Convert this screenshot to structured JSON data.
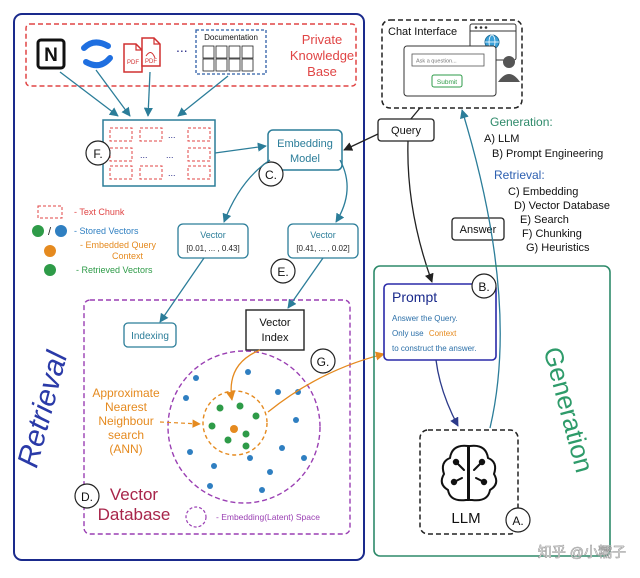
{
  "knowledge_base": {
    "title_line1": "Private",
    "title_line2": "Knowledge",
    "title_line3": "Base",
    "documentation_label": "Documentation",
    "ellipsis": "...",
    "pdf_label": "PDF"
  },
  "chunks": {
    "marker": "F.",
    "ellipsis": "..."
  },
  "embedding": {
    "line1": "Embedding",
    "line2": "Model",
    "marker": "C."
  },
  "vector_left": {
    "title": "Vector",
    "value": "[0.01, ... , 0.43]"
  },
  "vector_right": {
    "title": "Vector",
    "value": "[0.41, ... , 0.02]"
  },
  "legend": {
    "text_chunk": "- Text Chunk",
    "stored_vectors": "- Stored Vectors",
    "slash": "/",
    "query_context_line1": "- Embedded Query",
    "query_context_line2": "Context",
    "retrieved_vectors": "- Retrieved Vectors"
  },
  "markers": {
    "e": "E.",
    "g": "G.",
    "d": "D.",
    "b": "B.",
    "a": "A."
  },
  "indexing": {
    "label": "Indexing"
  },
  "vector_index": {
    "line1": "Vector",
    "line2": "Index"
  },
  "ann": {
    "line1": "Approximate",
    "line2": "Nearest",
    "line3": "Neighbour",
    "line4": "search",
    "line5": "(ANN)"
  },
  "vector_database": {
    "line1": "Vector",
    "line2": "Database"
  },
  "embedding_space": {
    "label": "- Embedding(Latent) Space"
  },
  "retrieval_label": "Retrieval",
  "generation_label": "Generation",
  "chat": {
    "title": "Chat Interface",
    "placeholder": "Ask a question...",
    "submit": "Submit"
  },
  "query_box": {
    "label": "Query"
  },
  "answer_box": {
    "label": "Answer"
  },
  "right_list": {
    "generation_heading": "Generation:",
    "generation_items": [
      "A) LLM",
      "B) Prompt Engineering"
    ],
    "retrieval_heading": "Retrieval:",
    "retrieval_items": [
      "C) Embedding",
      "D) Vector Database",
      "E) Search",
      "F) Chunking",
      "G) Heuristics"
    ]
  },
  "prompt": {
    "title": "Prompt",
    "line1": "Answer the Query.",
    "line2_a": "Only use",
    "line2_b": "Context",
    "line3": "to construct the answer."
  },
  "llm": {
    "label": "LLM"
  },
  "watermark": "知乎 @小糯子",
  "colors": {
    "retrieval_border": "#1a2a8c",
    "generation_border": "#2e8a6a",
    "kb_red": "#e04545",
    "teal": "#2b7d99",
    "orange": "#e58a1f",
    "green": "#2e9b48",
    "blue_dot": "#2f7fc1",
    "purple": "#9a3fb3",
    "dark_red": "#a8254a",
    "navy": "#2c2f8a"
  }
}
